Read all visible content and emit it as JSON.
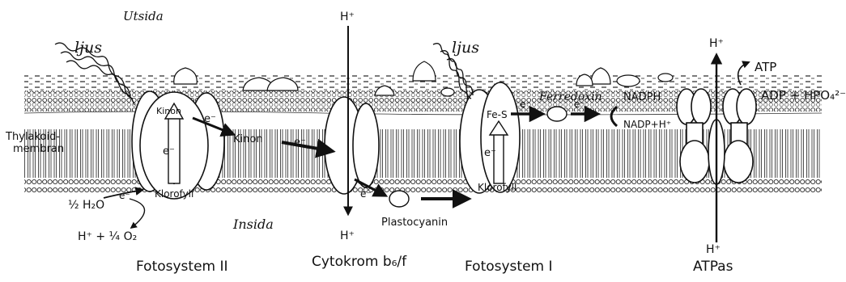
{
  "labels": {
    "outside": "Utsida",
    "inside": "Insida",
    "light_1": "ljus",
    "light_2": "ljus",
    "membrane": "Thylakoid-\nmembran",
    "kinon_ps2": "Kinon",
    "kinon_mid": "Kinon",
    "electron": "e⁻",
    "klorofyll_ps2": "Klorofyll",
    "klorofyll_ps1": "Klorofyll",
    "fe_s": "Fe-S",
    "water": "½ H₂O",
    "oxygen": "H⁺ + ¼ O₂",
    "plastocyanin": "Plastocyanin",
    "ferredoxin": "Ferredoxin",
    "nadph": "NADPH",
    "nadp": "NADP+H⁺",
    "atp": "ATP",
    "adp": "ADP + HPO₄²⁻",
    "proton": "H⁺"
  },
  "captions": {
    "ps2": "Fotosystem II",
    "cytb6f": "Cytokrom b₆/f",
    "ps1": "Fotosystem I",
    "atpase": "ATPas"
  }
}
